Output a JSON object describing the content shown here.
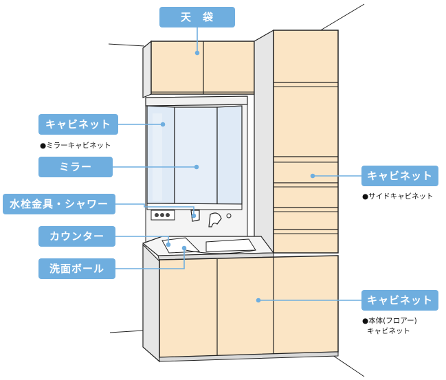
{
  "labels": {
    "tenbukuro": "天　袋",
    "cabinet_mirror": "キャビネット",
    "mirror_note": "●ミラーキャビネット",
    "mirror": "ミラー",
    "faucet": "水栓金具・シャワー",
    "counter": "カウンター",
    "bowl": "洗面ボール",
    "cabinet_side": "キャビネット",
    "side_note": "●サイドキャビネット",
    "cabinet_floor": "キャビネット",
    "floor_note_line1": "●本体(フロアー)",
    "floor_note_line2": "キャビネット"
  },
  "colors": {
    "label_bg": "#6faedf",
    "cabinet_face": "#fbe5c5",
    "cabinet_side": "#e9e9e9",
    "mirror_glass": "#dfeaf6",
    "leader_line": "#6faedf"
  }
}
